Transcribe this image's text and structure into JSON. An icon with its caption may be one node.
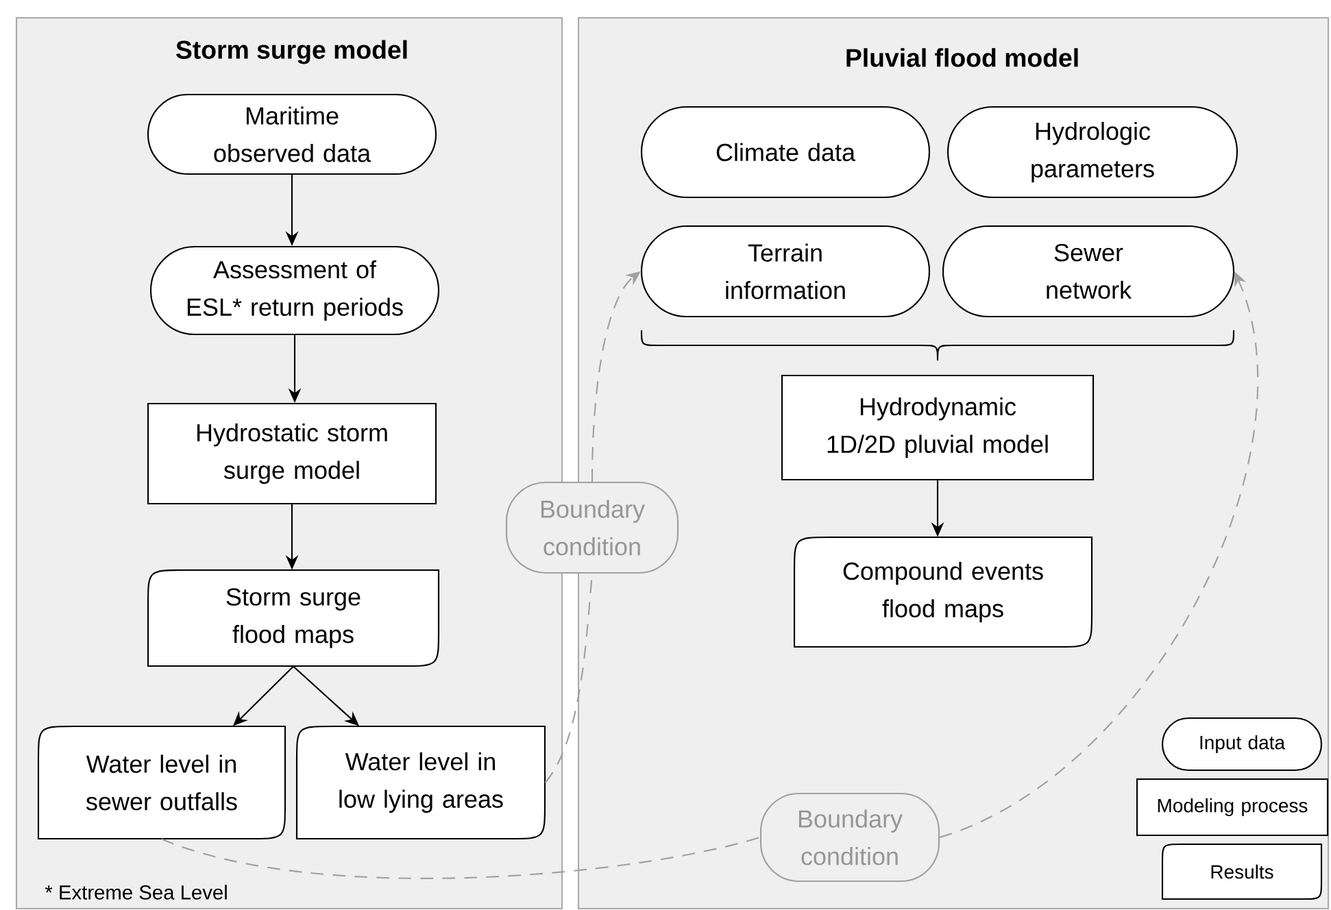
{
  "diagram": {
    "nodes": [
      {
        "text": [
          "Storm surge model"
        ]
      },
      {
        "text": [
          "Pluvial flood model"
        ]
      },
      {
        "text": [
          "Maritime observed data"
        ],
        "in": 0
      },
      {
        "text": [
          "Assessment of ESL* return periods"
        ],
        "in": 0
      },
      {
        "text": [
          "Hydrostatic storm surge model"
        ],
        "in": 0
      },
      {
        "text": [
          "Storm surge flood maps"
        ],
        "in": 0
      },
      {
        "text": [
          "Water level in sewer outfalls"
        ],
        "in": 0
      },
      {
        "text": [
          "Water level in low lying areas"
        ],
        "in": 0
      },
      {
        "text": [
          "Climate data"
        ],
        "in": 1
      },
      {
        "text": [
          "Hydrologic parameters"
        ],
        "in": 1
      },
      {
        "text": [
          "Terrain information"
        ],
        "in": 1
      },
      {
        "text": [
          "Sewer network"
        ],
        "in": 1
      },
      {
        "text": [
          "Hydrodynamic 1D/2D pluvial model"
        ],
        "in": 1
      },
      {
        "text": [
          "Compound events flood maps"
        ],
        "in": 1
      },
      {
        "text": [
          "Boundary condition"
        ]
      },
      {
        "text": [
          "Boundary condition"
        ],
        "in": 1
      },
      {
        "text": [
          "Input data"
        ],
        "in": 1
      },
      {
        "text": [
          "Modeling process"
        ],
        "in": 1
      },
      {
        "text": [
          "Results"
        ],
        "in": 1
      }
    ],
    "edges": [
      {
        "from": 2,
        "to": 3,
        "arrow": "to"
      },
      {
        "from": 3,
        "to": 4,
        "arrow": "to"
      },
      {
        "from": 4,
        "to": 5,
        "arrow": "to"
      },
      {
        "from": 5,
        "to": 6,
        "arrow": "to"
      },
      {
        "from": 5,
        "to": 7,
        "arrow": "to"
      },
      {
        "from": 12,
        "to": 13,
        "arrow": "to"
      },
      {
        "from": 7,
        "to": 14,
        "arrow": "none",
        "style": "dashed",
        "color": "#a0a0a0"
      },
      {
        "from": 14,
        "to": 10,
        "arrow": "to",
        "style": "dashed",
        "color": "#a0a0a0"
      },
      {
        "from": 6,
        "to": 15,
        "arrow": "none",
        "style": "dashed",
        "color": "#a0a0a0"
      },
      {
        "from": 15,
        "to": 11,
        "arrow": "to",
        "style": "dashed",
        "color": "#a0a0a0"
      }
    ],
    "labels": [
      "* Extreme Sea Level"
    ]
  }
}
